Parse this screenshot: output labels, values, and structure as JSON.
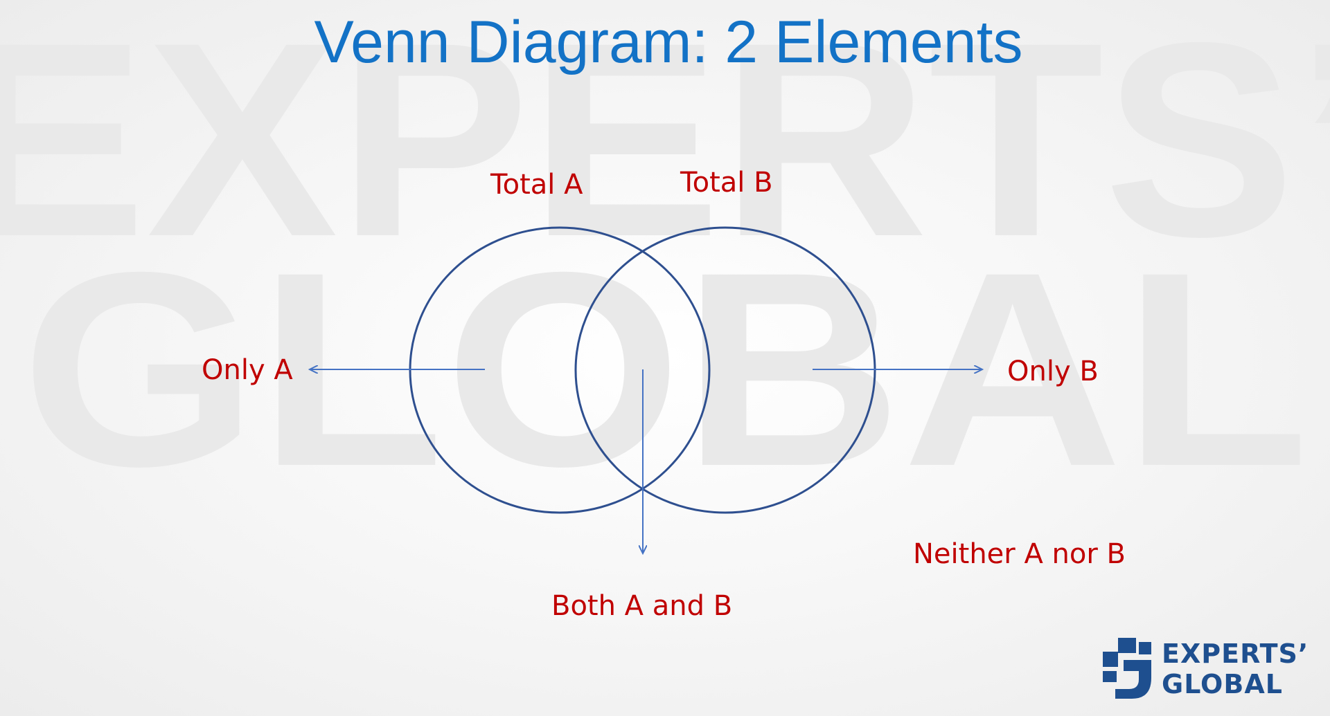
{
  "title": "Venn Diagram: 2 Elements",
  "labels": {
    "total_a": "Total A",
    "total_b": "Total B",
    "only_a": "Only A",
    "only_b": "Only B",
    "both": "Both A and B",
    "neither": "Neither A nor B"
  },
  "logo": {
    "line1": "EXPERTS’",
    "line2": "GLOBAL"
  },
  "watermark": {
    "line1": "EXPERTS’",
    "line2": "GLOBAL"
  },
  "colors": {
    "title": "#1372c6",
    "label": "#c00000",
    "circle": "#2e4f8f",
    "arrow": "#4472c4",
    "logo": "#1e4f8f"
  }
}
